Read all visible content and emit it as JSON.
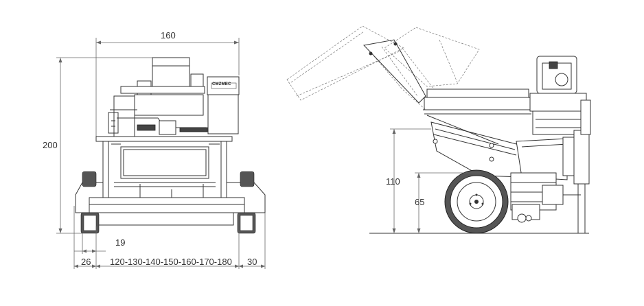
{
  "front_view": {
    "width_dim": "160",
    "height_dim": "200",
    "inner_offset_dim": "19",
    "left_margin_dim": "26",
    "track_range_dim": "120-130-140-150-160-170-180",
    "right_margin_dim": "30",
    "brand_plate": "CMZMEC"
  },
  "side_view": {
    "upper_height_dim": "110",
    "lower_height_dim": "65"
  }
}
